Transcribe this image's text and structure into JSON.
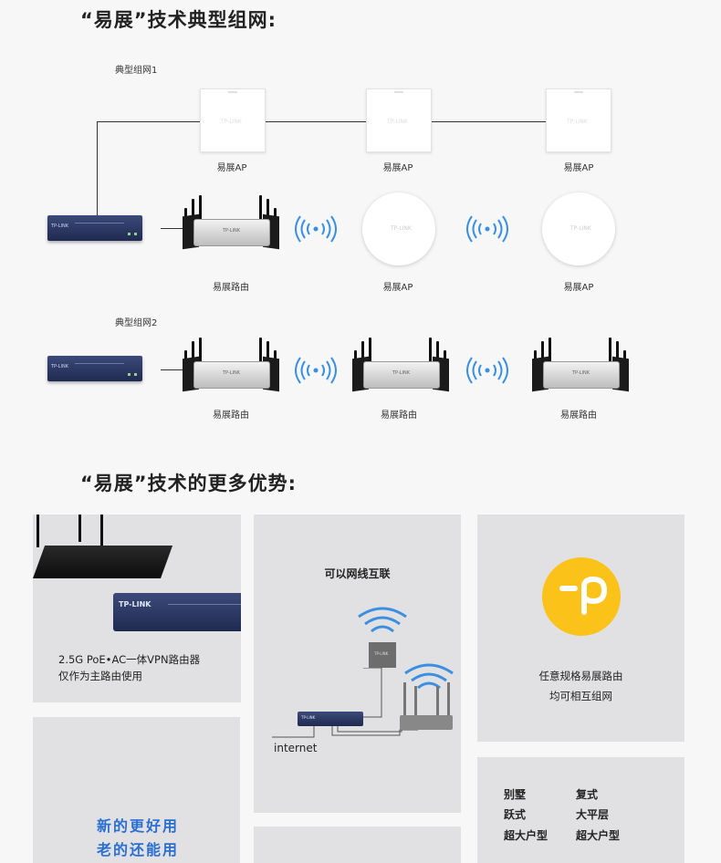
{
  "section1": {
    "title": "“易展”技术典型组网:",
    "topology1": {
      "label": "典型组网1",
      "ap_label": "易展AP",
      "router_label": "易展路由"
    },
    "topology2": {
      "label": "典型组网2",
      "router_label": "易展路由"
    }
  },
  "section2": {
    "title": "“易展”技术的更多优势:",
    "card_vpn": {
      "line1": "2.5G PoE•AC一体VPN路由器",
      "line2": "仅作为主路由使用"
    },
    "card_cable": {
      "title": "可以网线互联",
      "internet": "internet"
    },
    "card_mesh": {
      "line1": "任意规格易展路由",
      "line2": "均可相互组网"
    },
    "card_new": {
      "line1": "新的更好用",
      "line2": "老的还能用"
    },
    "card_types": {
      "items": [
        "别墅",
        "复式",
        "跃式",
        "大平层",
        "超大户型",
        "超大户型"
      ]
    }
  },
  "brand_text": "TP-LINK",
  "colors": {
    "background": "#f7f7f8",
    "card": "#e1e1e3",
    "accent_blue": "#2a6fd1",
    "wifi_blue": "#3b8fe0",
    "logo_yellow": "#fbc21a"
  }
}
